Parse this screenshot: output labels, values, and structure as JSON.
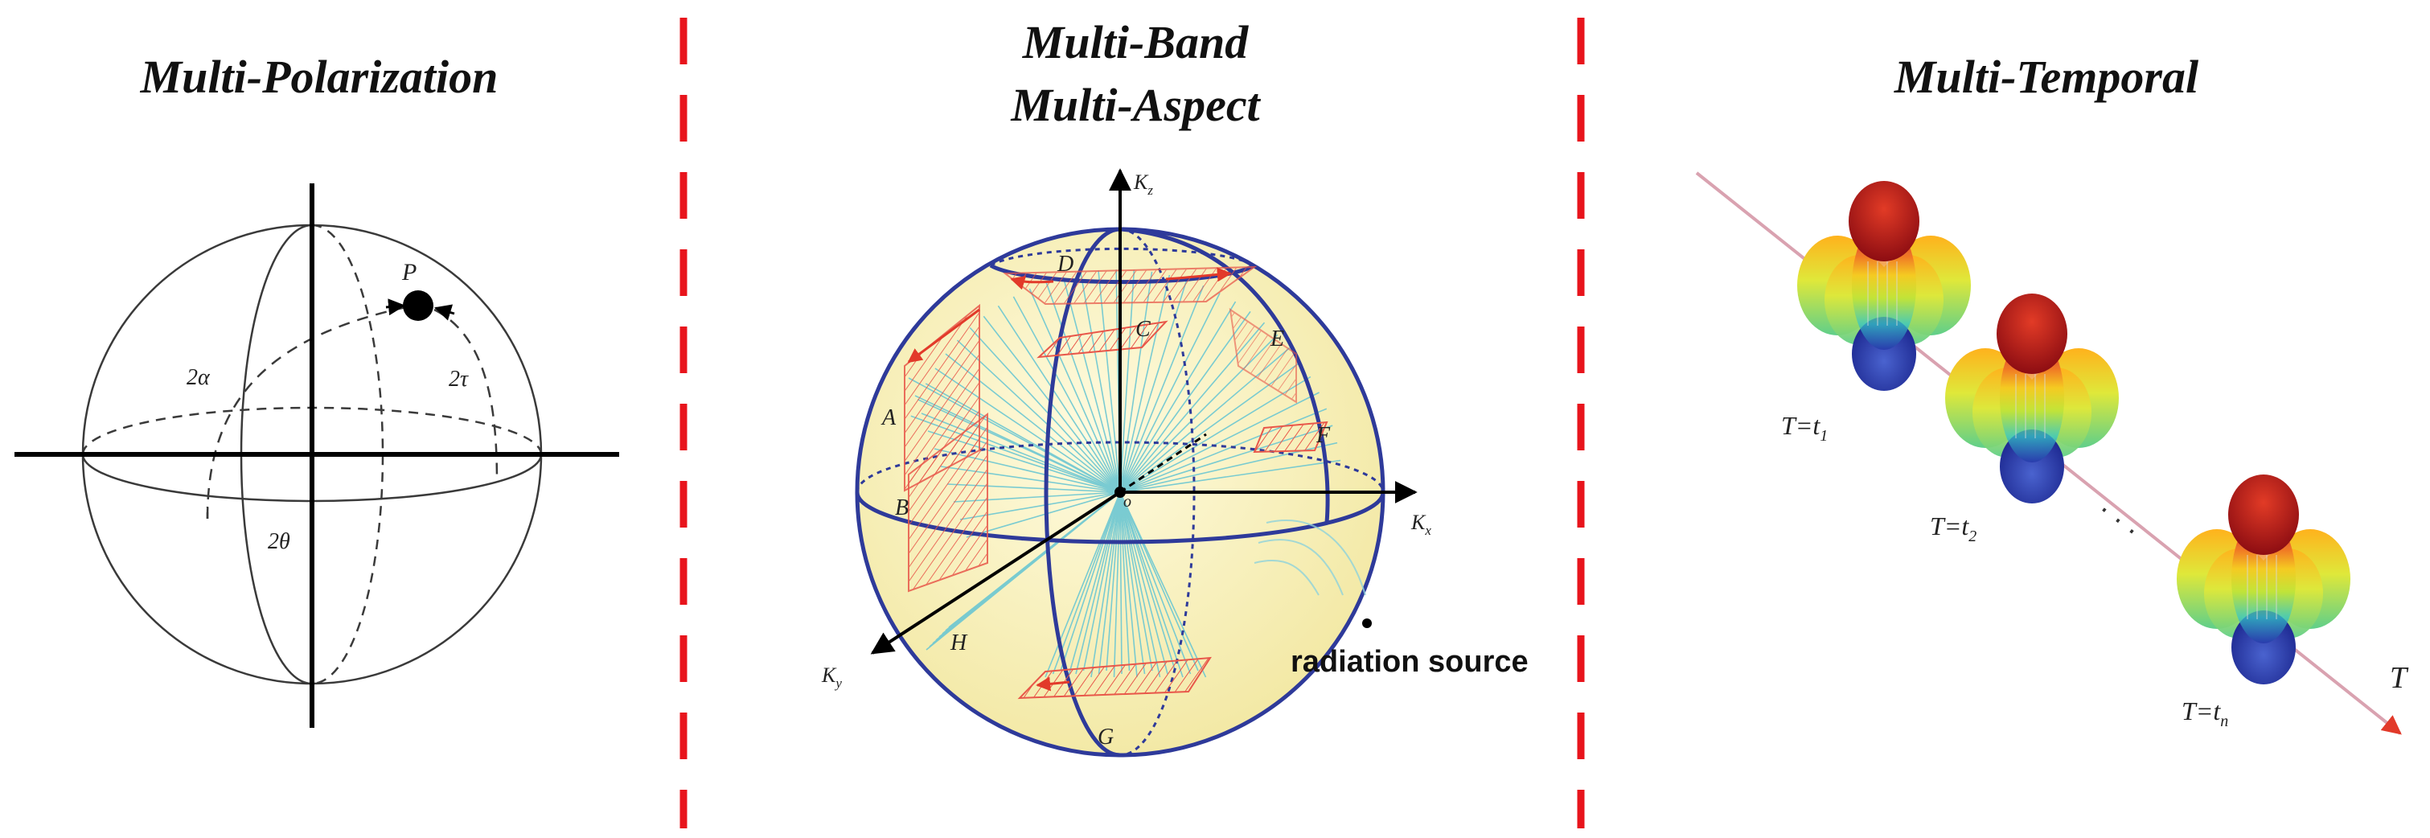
{
  "panels": {
    "polarization": {
      "title": "Multi-Polarization",
      "labels": {
        "alpha": "2α",
        "tau": "2τ",
        "theta": "2θ",
        "point": "P"
      }
    },
    "band_aspect": {
      "title_line1": "Multi-Band",
      "title_line2": "Multi-Aspect",
      "axes": {
        "z_base": "K",
        "z_sub": "z",
        "x_base": "K",
        "x_sub": "x",
        "y_base": "K",
        "y_sub": "y",
        "origin": "o"
      },
      "regions": [
        "A",
        "B",
        "C",
        "D",
        "E",
        "F",
        "G",
        "H"
      ],
      "source_label": "radiation source"
    },
    "temporal": {
      "title": "Multi-Temporal",
      "axis_label": "T",
      "time_labels": [
        {
          "prefix": "T=t",
          "sub": "1"
        },
        {
          "prefix": "T=t",
          "sub": "2"
        },
        {
          "prefix": "T=t",
          "sub": "n"
        }
      ],
      "ellipsis": "· · ·"
    }
  },
  "colors": {
    "divider": "#e8141c",
    "sphere_fill": "#fbf6c8",
    "sphere_stroke": "#2e3a9a",
    "ray": "#6cc7d2",
    "hatch": "#e8574a"
  }
}
